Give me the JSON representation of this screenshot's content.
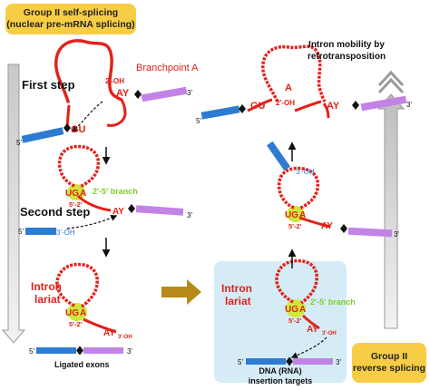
{
  "header_box": {
    "line1": "Group II self-splicing",
    "line2": "(nuclear pre-mRNA splicing)"
  },
  "footer_box": {
    "line1": "Group II",
    "line2": "reverse splicing"
  },
  "right_title": {
    "line1": "Intron mobility by",
    "line2": "retrotransposition"
  },
  "labels": {
    "first_step": "First step",
    "second_step": "Second step",
    "branchpoint": "Branchpoint A",
    "branch_2_5": "2'-5' branch",
    "intron_lariat_line1": "Intron",
    "intron_lariat_line2": "lariat",
    "ligated_exons": "Ligated exons",
    "insertion_line1": "DNA (RNA)",
    "insertion_line2": "insertion targets"
  },
  "nucleotides": {
    "five_prime": "5'",
    "three_prime": "3'",
    "gu": "GU",
    "ug": "UG",
    "a": "A",
    "ay": "AY",
    "oh_2": "2'-OH",
    "oh_3": "3'-OH",
    "sub_3oh": "3'-OH",
    "linkage_5_2": "5'-2'"
  },
  "colors": {
    "intron_red": "#e32119",
    "exon_blue": "#2e7bd2",
    "exon_purple": "#c383e6",
    "highlight_green": "#cfe83c",
    "branch_green": "#7fcc2a",
    "header_yellow": "#f7cd45",
    "panel_blue": "#d5ecf7",
    "arrow_gold": "#b58a18"
  },
  "icons": {
    "splice_site": "diamond-icon",
    "progress_arrow": "down-arrow-icon",
    "mobility_arrow": "up-chevron-icon"
  }
}
